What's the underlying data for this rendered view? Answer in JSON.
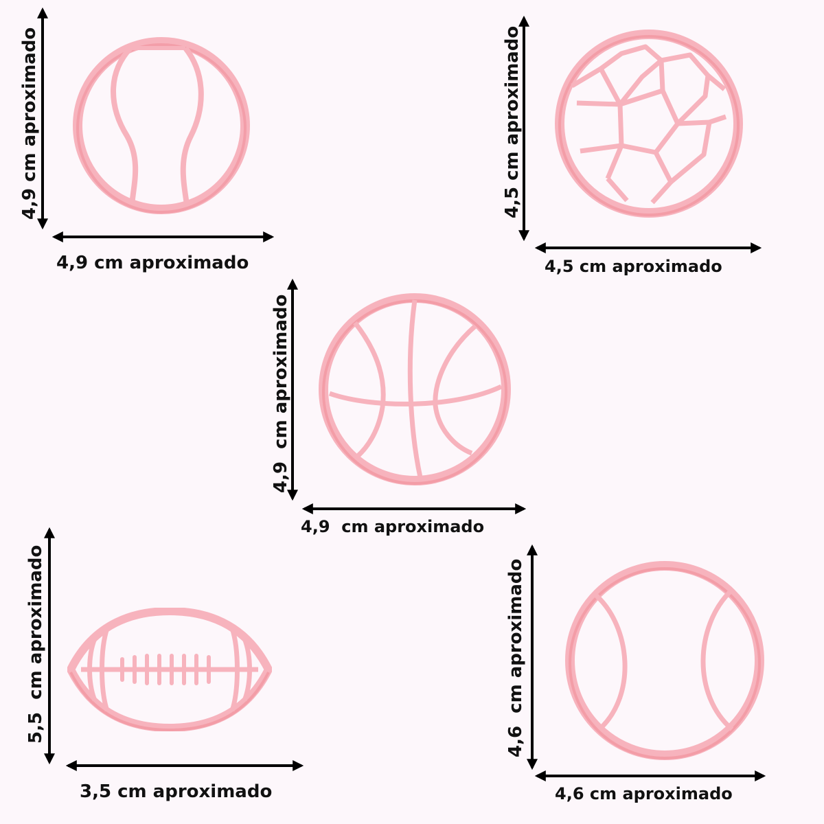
{
  "items": [
    {
      "name": "tennis-ball-cutter-top-left",
      "height_label": "4,9 cm aproximado",
      "width_label": "4,9 cm aproximado"
    },
    {
      "name": "soccer-ball-cutter",
      "height_label": "4,5 cm aproximado",
      "width_label": "4,5 cm aproximado"
    },
    {
      "name": "basketball-cutter",
      "height_label": "4,9  cm aproximado",
      "width_label": "4,9  cm aproximado"
    },
    {
      "name": "football-cutter",
      "height_label": "5,5  cm aproximado",
      "width_label": "3,5 cm aproximado"
    },
    {
      "name": "baseball-cutter",
      "height_label": "4,6  cm aproximado",
      "width_label": "4,6 cm aproximado"
    }
  ],
  "colors": {
    "cutter_fill": "#f7b3bd",
    "cutter_dark": "#f08a95",
    "cutter_light": "#fbd0d6",
    "background": "#fdf7fb",
    "arrow": "#000000"
  }
}
